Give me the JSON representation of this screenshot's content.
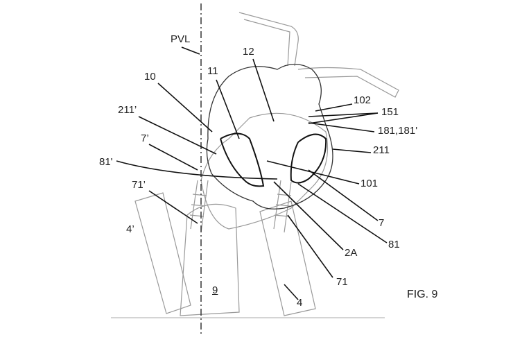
{
  "figure": {
    "caption": "FIG. 9",
    "labels": {
      "pvl": "PVL",
      "n12": "12",
      "n10": "10",
      "n11": "11",
      "n102": "102",
      "n151": "151",
      "n181": "181,181'",
      "n211p": "211’",
      "n7p": "7’",
      "n211": "211",
      "n81p": "81'",
      "n101": "101",
      "n71p": "71’",
      "n7": "7",
      "n4p": "4’",
      "n81": "81",
      "n2A": "2A",
      "n71": "71",
      "n9": "9",
      "n4": "4"
    }
  }
}
